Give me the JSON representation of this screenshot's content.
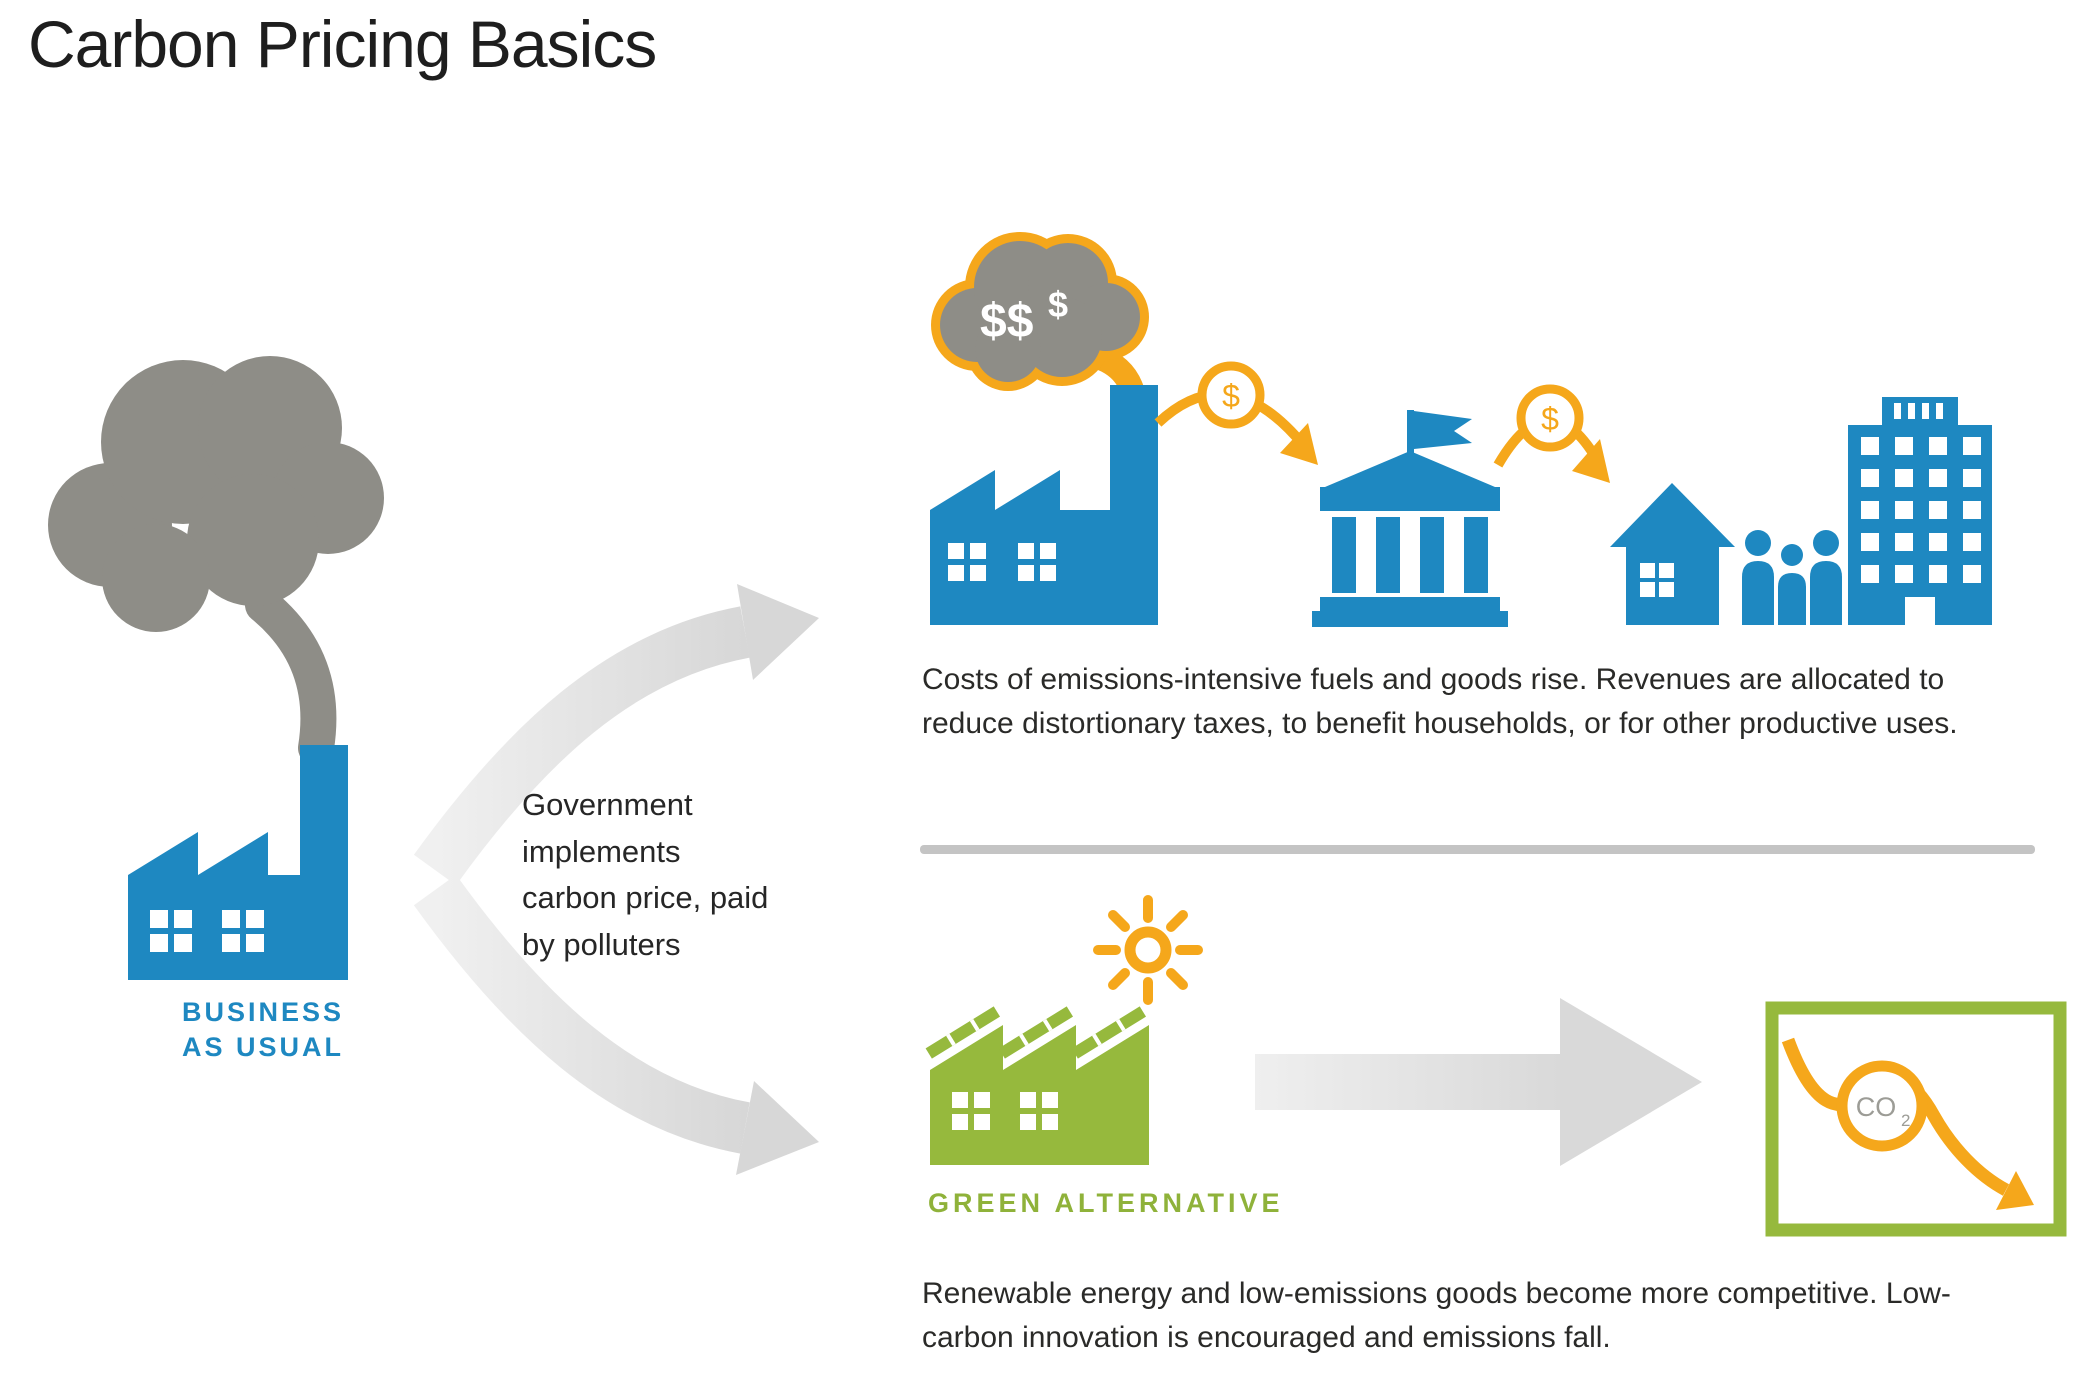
{
  "title": "Carbon Pricing Basics",
  "colors": {
    "blue": "#1E88C1",
    "smoke_gray": "#8E8D87",
    "orange": "#F5A71B",
    "green": "#96B93D",
    "flow_arrow_gray": "#DEDEDE",
    "divider_gray": "#C4C4C4",
    "text_dark": "#2A2A28"
  },
  "business_as_usual": {
    "label_line1": "BUSINESS",
    "label_line2": "AS USUAL"
  },
  "government_caption": "Government implements carbon price, paid by polluters",
  "carbon_price_path": {
    "cloud_dollars_main": "$$",
    "cloud_dollars_small": "$",
    "payment_dollar_1": "$",
    "payment_dollar_2": "$",
    "description": "Costs of emissions-intensive fuels and goods rise. Revenues are allocated to reduce distortionary taxes, to benefit households, or for other productive uses."
  },
  "green_path": {
    "label": "GREEN ALTERNATIVE",
    "co2_main": "CO",
    "co2_sub": "2",
    "description": "Renewable energy and low-emissions goods become more competitive. Low-carbon innovation is encouraged and emissions fall."
  },
  "icons": {
    "smoke-cloud-icon": "gray cloud blob",
    "factory-icon": "blue factory with chimney",
    "dollar-smoke-cloud-icon": "gray cloud with orange outline and $$$",
    "payment-arrow-icon": "orange curved arrow with $ coin",
    "government-building-icon": "blue columned building with flag",
    "house-icon": "blue house",
    "people-icon": "three blue person silhouettes",
    "office-building-icon": "blue high-rise with window grid",
    "sun-icon": "orange sun with rays",
    "green-factory-icon": "green factory with solar panels",
    "co2-decline-icon": "green box with falling orange CO2 arrow",
    "flow-arrow-icon": "light gray swoosh arrow"
  }
}
